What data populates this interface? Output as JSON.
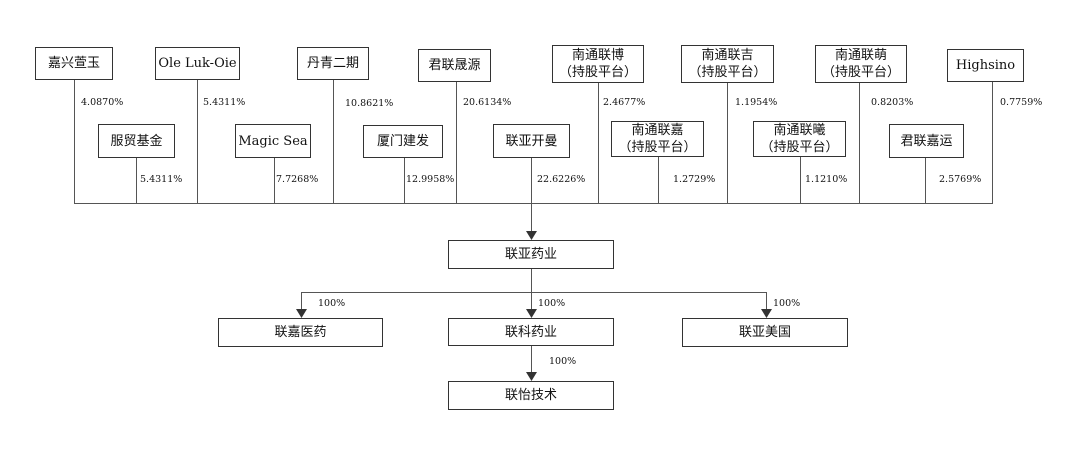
{
  "shareholders": [
    {
      "name": "嘉兴萱玉",
      "pct": "4.0870%"
    },
    {
      "name": "服贸基金",
      "pct": "5.4311%"
    },
    {
      "name": "Ole Luk-Oie",
      "pct": "5.4311%"
    },
    {
      "name": "Magic Sea",
      "pct": "7.7268%"
    },
    {
      "name": "丹青二期",
      "pct": "10.8621%"
    },
    {
      "name": "厦门建发",
      "pct": "12.9958%"
    },
    {
      "name": "君联晟源",
      "pct": "20.6134%"
    },
    {
      "name": "联亚开曼",
      "pct": "22.6226%"
    },
    {
      "name": "南通联博\n（持股平台）",
      "pct": "2.4677%"
    },
    {
      "name": "南通联嘉\n（持股平台）",
      "pct": "1.2729%"
    },
    {
      "name": "南通联吉\n（持股平台）",
      "pct": "1.1954%"
    },
    {
      "name": "南通联曦\n（持股平台）",
      "pct": "1.1210%"
    },
    {
      "name": "南通联萌\n（持股平台）",
      "pct": "0.8203%"
    },
    {
      "name": "君联嘉运",
      "pct": "2.5769%"
    },
    {
      "name": "Highsino",
      "pct": "0.7759%"
    }
  ],
  "company": {
    "name": "联亚药业"
  },
  "subsidiaries": [
    {
      "name": "联嘉医药",
      "pct": "100%"
    },
    {
      "name": "联科药业",
      "pct": "100%"
    },
    {
      "name": "联亚美国",
      "pct": "100%"
    }
  ],
  "sub_subsidiary": {
    "name": "联怡技术",
    "pct": "100%"
  }
}
